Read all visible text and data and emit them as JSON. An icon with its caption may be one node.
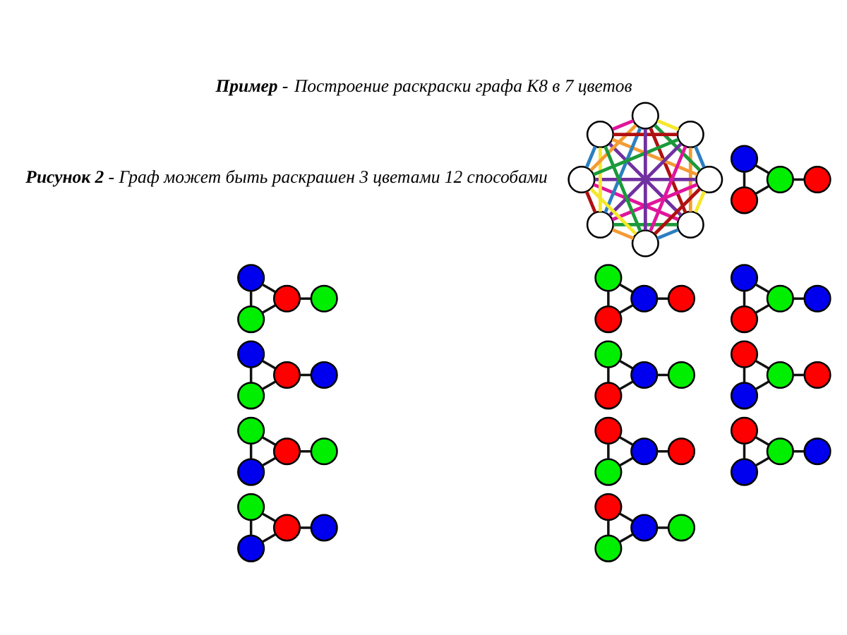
{
  "diagram": {
    "title": "**Пример -** Построение раскраски графа K8 в 7 цветов",
    "caption": "**Рисунок 2 -** Граф может быть раскрашен 3 цветами 12 способами",
    "nodes": [
      {
        "text": [],
        "shape": "circle"
      },
      {
        "text": [],
        "shape": "circle"
      },
      {
        "text": [],
        "shape": "circle"
      },
      {
        "text": [],
        "shape": "circle"
      },
      {
        "text": [],
        "shape": "circle"
      },
      {
        "text": [],
        "shape": "circle"
      },
      {
        "text": [],
        "shape": "circle"
      },
      {
        "text": [],
        "shape": "circle"
      },
      {
        "text": [],
        "shape": "circle"
      },
      {
        "text": [],
        "shape": "circle"
      },
      {
        "text": [],
        "shape": "circle"
      },
      {
        "text": [],
        "shape": "circle"
      },
      {
        "text": [],
        "shape": "circle"
      },
      {
        "text": [],
        "shape": "circle"
      },
      {
        "text": [],
        "shape": "circle"
      },
      {
        "text": [],
        "shape": "circle"
      },
      {
        "text": [],
        "shape": "circle"
      },
      {
        "text": [],
        "shape": "circle"
      },
      {
        "text": [],
        "shape": "circle"
      },
      {
        "text": [],
        "shape": "circle"
      },
      {
        "text": [],
        "shape": "circle"
      },
      {
        "text": [],
        "shape": "circle"
      },
      {
        "text": [],
        "shape": "circle"
      },
      {
        "text": [],
        "shape": "circle"
      },
      {
        "text": [],
        "shape": "circle"
      },
      {
        "text": [],
        "shape": "circle"
      },
      {
        "text": [],
        "shape": "circle"
      },
      {
        "text": [],
        "shape": "circle"
      },
      {
        "text": [],
        "shape": "circle"
      },
      {
        "text": [],
        "shape": "circle"
      },
      {
        "text": [],
        "shape": "circle"
      },
      {
        "text": [],
        "shape": "circle"
      },
      {
        "text": [],
        "shape": "circle"
      },
      {
        "text": [],
        "shape": "circle"
      },
      {
        "text": [],
        "shape": "circle"
      },
      {
        "text": [],
        "shape": "circle"
      },
      {
        "text": [],
        "shape": "circle"
      },
      {
        "text": [],
        "shape": "circle"
      },
      {
        "text": [],
        "shape": "circle"
      },
      {
        "text": [],
        "shape": "circle"
      },
      {
        "text": [],
        "shape": "circle"
      },
      {
        "text": [],
        "shape": "circle"
      },
      {
        "text": [],
        "shape": "circle"
      },
      {
        "text": [],
        "shape": "circle"
      },
      {
        "text": [],
        "shape": "circle"
      },
      {
        "text": [],
        "shape": "circle"
      },
      {
        "text": [],
        "shape": "circle"
      },
      {
        "text": [],
        "shape": "circle"
      },
      {
        "text": [],
        "shape": "circle"
      },
      {
        "text": [],
        "shape": "circle"
      },
      {
        "text": [],
        "shape": "circle"
      },
      {
        "text": [],
        "shape": "circle"
      },
      {
        "text": [],
        "shape": "circle"
      },
      {
        "text": [],
        "shape": "circle"
      },
      {
        "text": [],
        "shape": "circle"
      },
      {
        "text": [],
        "shape": "circle"
      }
    ],
    "edges": [
      {
        "from": 0,
        "to": 1,
        "arrow": "none",
        "color": "#f5e829"
      },
      {
        "from": 0,
        "to": 2,
        "arrow": "none",
        "color": "#1a9a3a"
      },
      {
        "from": 0,
        "to": 3,
        "arrow": "none",
        "color": "#e0159b"
      },
      {
        "from": 0,
        "to": 4,
        "arrow": "none",
        "color": "#7030a0"
      },
      {
        "from": 0,
        "to": 5,
        "arrow": "none",
        "color": "#b01010"
      },
      {
        "from": 0,
        "to": 6,
        "arrow": "none",
        "color": "#f39c34"
      },
      {
        "from": 0,
        "to": 7,
        "arrow": "none",
        "color": "#2c7fc0"
      },
      {
        "from": 1,
        "to": 2,
        "arrow": "none",
        "color": "#e0159b"
      },
      {
        "from": 1,
        "to": 3,
        "arrow": "none",
        "color": "#7030a0"
      },
      {
        "from": 1,
        "to": 4,
        "arrow": "none",
        "color": "#f39c34"
      },
      {
        "from": 1,
        "to": 5,
        "arrow": "none",
        "color": "#1a9a3a"
      },
      {
        "from": 1,
        "to": 6,
        "arrow": "none",
        "color": "#2c7fc0"
      },
      {
        "from": 1,
        "to": 7,
        "arrow": "none",
        "color": "#b01010"
      },
      {
        "from": 2,
        "to": 3,
        "arrow": "none",
        "color": "#b01010"
      },
      {
        "from": 2,
        "to": 4,
        "arrow": "none",
        "color": "#f5e829"
      },
      {
        "from": 2,
        "to": 5,
        "arrow": "none",
        "color": "#2c7fc0"
      },
      {
        "from": 2,
        "to": 6,
        "arrow": "none",
        "color": "#7030a0"
      },
      {
        "from": 2,
        "to": 7,
        "arrow": "none",
        "color": "#f39c34"
      },
      {
        "from": 3,
        "to": 4,
        "arrow": "none",
        "color": "#2c7fc0"
      },
      {
        "from": 3,
        "to": 5,
        "arrow": "none",
        "color": "#f39c34"
      },
      {
        "from": 3,
        "to": 6,
        "arrow": "none",
        "color": "#1a9a3a"
      },
      {
        "from": 3,
        "to": 7,
        "arrow": "none",
        "color": "#f5e829"
      },
      {
        "from": 4,
        "to": 5,
        "arrow": "none",
        "color": "#e0159b"
      },
      {
        "from": 4,
        "to": 6,
        "arrow": "none",
        "color": "#b01010"
      },
      {
        "from": 4,
        "to": 7,
        "arrow": "none",
        "color": "#1a9a3a"
      },
      {
        "from": 5,
        "to": 6,
        "arrow": "none",
        "color": "#f5e829"
      },
      {
        "from": 5,
        "to": 7,
        "arrow": "none",
        "color": "#7030a0"
      },
      {
        "from": 6,
        "to": 7,
        "arrow": "none",
        "color": "#e0159b"
      },
      {
        "from": 8,
        "to": 9,
        "arrow": "none"
      },
      {
        "from": 8,
        "to": 11,
        "arrow": "none"
      },
      {
        "from": 11,
        "to": 9,
        "arrow": "none"
      },
      {
        "from": 9,
        "to": 10,
        "arrow": "none"
      },
      {
        "from": 12,
        "to": 13,
        "arrow": "none"
      },
      {
        "from": 12,
        "to": 15,
        "arrow": "none"
      },
      {
        "from": 15,
        "to": 13,
        "arrow": "none"
      },
      {
        "from": 13,
        "to": 14,
        "arrow": "none"
      },
      {
        "from": 16,
        "to": 17,
        "arrow": "none"
      },
      {
        "from": 16,
        "to": 19,
        "arrow": "none"
      },
      {
        "from": 19,
        "to": 17,
        "arrow": "none"
      },
      {
        "from": 17,
        "to": 18,
        "arrow": "none"
      },
      {
        "from": 20,
        "to": 21,
        "arrow": "none"
      },
      {
        "from": 20,
        "to": 23,
        "arrow": "none"
      },
      {
        "from": 23,
        "to": 21,
        "arrow": "none"
      },
      {
        "from": 21,
        "to": 22,
        "arrow": "none"
      },
      {
        "from": 24,
        "to": 25,
        "arrow": "none"
      },
      {
        "from": 24,
        "to": 27,
        "arrow": "none"
      },
      {
        "from": 27,
        "to": 25,
        "arrow": "none"
      },
      {
        "from": 25,
        "to": 26,
        "arrow": "none"
      },
      {
        "from": 28,
        "to": 29,
        "arrow": "none"
      },
      {
        "from": 28,
        "to": 31,
        "arrow": "none"
      },
      {
        "from": 31,
        "to": 29,
        "arrow": "none"
      },
      {
        "from": 29,
        "to": 30,
        "arrow": "none"
      },
      {
        "from": 32,
        "to": 33,
        "arrow": "none"
      },
      {
        "from": 32,
        "to": 35,
        "arrow": "none"
      },
      {
        "from": 35,
        "to": 33,
        "arrow": "none"
      },
      {
        "from": 33,
        "to": 34,
        "arrow": "none"
      },
      {
        "from": 36,
        "to": 37,
        "arrow": "none"
      },
      {
        "from": 36,
        "to": 39,
        "arrow": "none"
      },
      {
        "from": 39,
        "to": 37,
        "arrow": "none"
      },
      {
        "from": 37,
        "to": 38,
        "arrow": "none"
      },
      {
        "from": 40,
        "to": 41,
        "arrow": "none"
      },
      {
        "from": 40,
        "to": 43,
        "arrow": "none"
      },
      {
        "from": 43,
        "to": 41,
        "arrow": "none"
      },
      {
        "from": 41,
        "to": 42,
        "arrow": "none"
      },
      {
        "from": 44,
        "to": 45,
        "arrow": "none"
      },
      {
        "from": 44,
        "to": 47,
        "arrow": "none"
      },
      {
        "from": 47,
        "to": 45,
        "arrow": "none"
      },
      {
        "from": 45,
        "to": 46,
        "arrow": "none"
      },
      {
        "from": 48,
        "to": 49,
        "arrow": "none"
      },
      {
        "from": 48,
        "to": 51,
        "arrow": "none"
      },
      {
        "from": 51,
        "to": 49,
        "arrow": "none"
      },
      {
        "from": 49,
        "to": 50,
        "arrow": "none"
      },
      {
        "from": 52,
        "to": 53,
        "arrow": "none"
      },
      {
        "from": 52,
        "to": 55,
        "arrow": "none"
      },
      {
        "from": 55,
        "to": 53,
        "arrow": "none"
      },
      {
        "from": 53,
        "to": 54,
        "arrow": "none"
      }
    ]
  }
}
